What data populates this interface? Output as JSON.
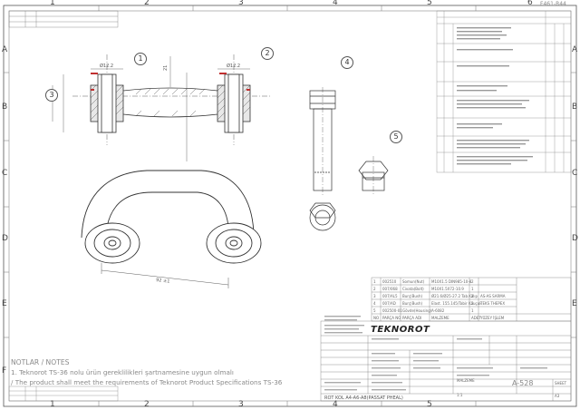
{
  "sheet": {
    "column_marks": [
      "1",
      "2",
      "3",
      "4",
      "5",
      "6"
    ],
    "row_marks": [
      "A",
      "B",
      "C",
      "D",
      "E",
      "F"
    ],
    "corner_code": "F461-R44",
    "document_number": "A-528",
    "brand": "TEKNOROT",
    "format": "A3"
  },
  "callouts": [
    "1",
    "2",
    "3",
    "4",
    "5"
  ],
  "drawing": {
    "dims": {
      "top_left": "Ø12.2",
      "top_right": "Ø12.2",
      "vertical": "21",
      "length": "92 ±1"
    }
  },
  "bom": {
    "headers": [
      "NO",
      "PARÇA NO",
      "PARÇA ADI",
      "MALZEME",
      "ADET",
      "YÜZEY İŞLEM"
    ],
    "rows": [
      [
        "1",
        "002510",
        "Somun(Nut)",
        "M10X1.5 DIN985-10-8",
        "2",
        ""
      ],
      [
        "2",
        "007/068",
        "Civata(Bolt)",
        "M10X1.5X72-10.9",
        "1",
        ""
      ],
      [
        "3",
        "007/AL5",
        "Burç(Bush)",
        "Ø21.6/Ø25-27.2 Tab.Kalıp",
        "2",
        "AS-AS SARMA"
      ],
      [
        "4",
        "007/AD",
        "Burç(Bush)",
        "Elast. 155.145/Tabir Kauçuk",
        "2",
        "TEKS THEPEX"
      ],
      [
        "5",
        "002500-01",
        "Gövde(Housing)",
        "A-6082",
        "1",
        ""
      ]
    ]
  },
  "notes": {
    "title": "NOTLAR / NOTES",
    "lines": [
      "1. Teknorot TS-36 nolu ürün gereklilikleri şartnamesine uygun olmalı",
      "/ The product shall meet the requirements of Teknorot Product Specifications TS-36"
    ]
  },
  "title_block": {
    "part_name": "ROT KOL A4-A6-A8(PASSAT PHEAL)",
    "material_label": "MALZEME",
    "scale": "1:1",
    "sheet_label": "SHEET"
  }
}
